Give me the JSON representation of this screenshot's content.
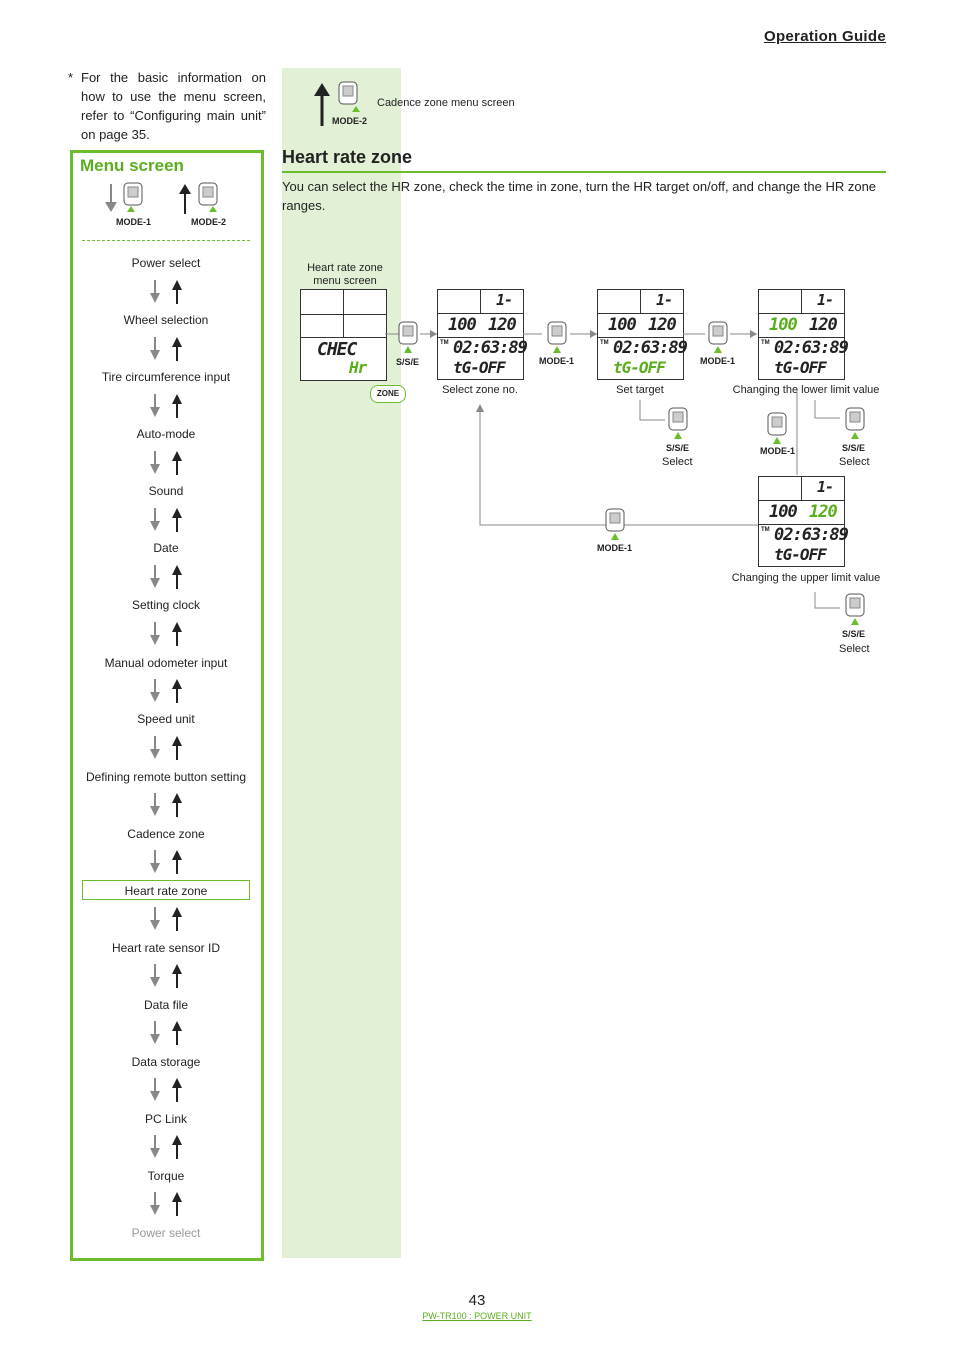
{
  "header": {
    "title": "Operation Guide"
  },
  "note": {
    "star": "*",
    "text": "For the basic information on how to use the menu screen, refer to “Configuring main unit” on page 35."
  },
  "menu": {
    "title": "Menu screen",
    "mode1": "MODE-1",
    "mode2": "MODE-2",
    "items": [
      "Power select",
      "Wheel selection",
      "Tire circumference input",
      "Auto-mode",
      "Sound",
      "Date",
      "Setting clock",
      "Manual odometer input",
      "Speed unit",
      "Defining remote button setting",
      "Cadence zone",
      "Heart rate zone",
      "Heart rate sensor ID",
      "Data file",
      "Data storage",
      "PC Link",
      "Torque",
      "Power select"
    ],
    "highlight_index": 11
  },
  "top_nav": {
    "button": "MODE-2",
    "label": "Cadence zone menu screen"
  },
  "section": {
    "title": "Heart rate zone",
    "description": "You can select the HR zone, check the time in zone, turn the HR target on/off, and change the HR zone ranges."
  },
  "diagram": {
    "menu_screen_label": "Heart rate zone menu screen",
    "menu_lcd": {
      "line1": "CHEC",
      "line2": "Hr",
      "tag": "ZONE"
    },
    "buttons": {
      "sse": "S/S/E",
      "mode1": "MODE-1"
    },
    "screens": [
      {
        "caption": "Select zone no.",
        "zone": "1-",
        "lo": "100",
        "hi": "120",
        "tm": "TM",
        "time": "02:63:89",
        "tg": "tG-OFF"
      },
      {
        "caption": "Set target",
        "zone": "1-",
        "lo": "100",
        "hi": "120",
        "tm": "TM",
        "time": "02:63:89",
        "tg": "tG-OFF"
      },
      {
        "caption": "Changing the lower limit value",
        "zone": "1-",
        "lo": "100",
        "hi": "120",
        "tm": "TM",
        "time": "02:63:89",
        "tg": "tG-OFF"
      },
      {
        "caption": "Changing the upper limit value",
        "zone": "1-",
        "lo": "100",
        "hi": "120",
        "tm": "TM",
        "time": "02:63:89",
        "tg": "tG-OFF"
      }
    ],
    "select_label": "Select"
  },
  "footer": {
    "page": "43",
    "product": "PW-TR100 : POWER UNIT"
  },
  "colors": {
    "accent": "#6cbd2c",
    "band": "#e2f0d6"
  }
}
